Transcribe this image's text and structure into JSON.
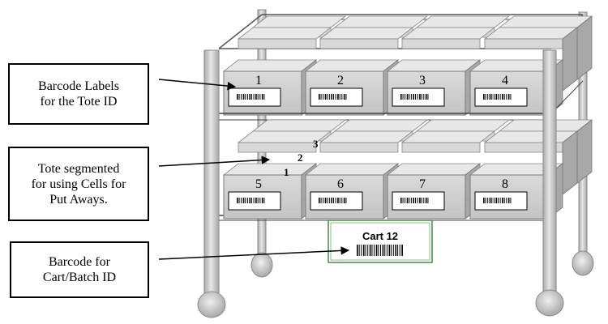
{
  "callouts": {
    "tote_id": "Barcode Labels\nfor the Tote ID",
    "segmented": "Tote segmented\nfor using Cells for\nPut Aways.",
    "cart_id": "Barcode for\nCart/Batch ID"
  },
  "top_totes": [
    {
      "number": "1"
    },
    {
      "number": "2"
    },
    {
      "number": "3"
    },
    {
      "number": "4"
    }
  ],
  "bottom_totes": [
    {
      "number": "5"
    },
    {
      "number": "6"
    },
    {
      "number": "7"
    },
    {
      "number": "8"
    }
  ],
  "segments": [
    "1",
    "2",
    "3"
  ],
  "cart_label": {
    "title": "Cart 12"
  },
  "colors": {
    "frame": "#c8c8c8",
    "frame_dark": "#9a9a9a",
    "tote_front": "#d2d2d2",
    "tote_top": "#e8e8e8",
    "tote_side": "#a8a8a8",
    "cart_border": "#4a8a4a"
  }
}
